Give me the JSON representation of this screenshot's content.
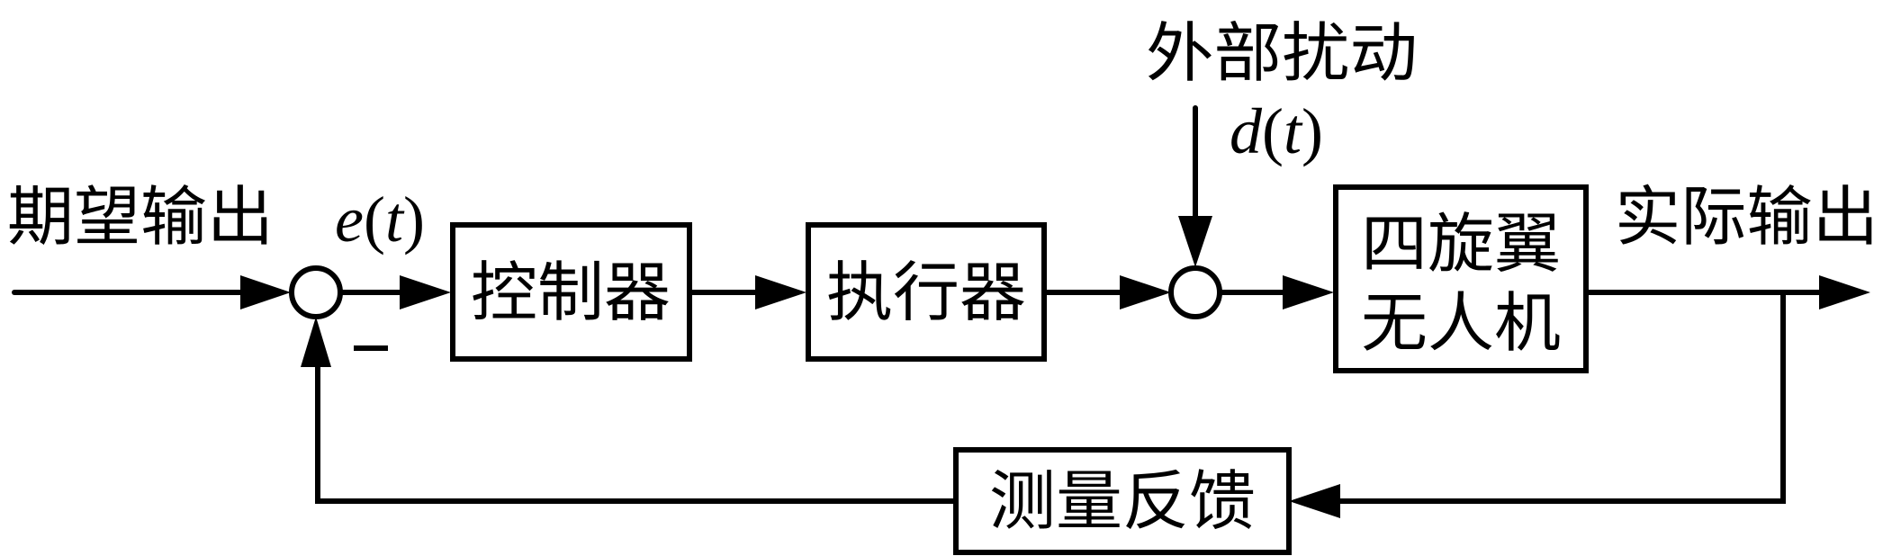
{
  "diagram": {
    "type": "closed-loop control block diagram",
    "colors": {
      "stroke": "#000000",
      "background": "#ffffff"
    },
    "input_label": "期望输出",
    "output_label": "实际输出",
    "error_signal": {
      "symbol": "e",
      "arg": "t"
    },
    "disturbance": {
      "label": "外部扰动",
      "symbol": "d",
      "arg": "t"
    },
    "feedback_sign": "−",
    "blocks": {
      "controller": "控制器",
      "actuator": "执行器",
      "plant_line1": "四旋翼",
      "plant_line2": "无人机",
      "feedback": "测量反馈"
    },
    "connections": [
      {
        "from": "input",
        "to": "sum-junction-1"
      },
      {
        "from": "sum-junction-1",
        "to": "controller"
      },
      {
        "from": "controller",
        "to": "actuator"
      },
      {
        "from": "actuator",
        "to": "sum-junction-2"
      },
      {
        "from": "disturbance",
        "to": "sum-junction-2"
      },
      {
        "from": "sum-junction-2",
        "to": "plant"
      },
      {
        "from": "plant",
        "to": "output"
      },
      {
        "from": "plant",
        "to": "feedback"
      },
      {
        "from": "feedback",
        "to": "sum-junction-1",
        "sign": "−"
      }
    ]
  }
}
